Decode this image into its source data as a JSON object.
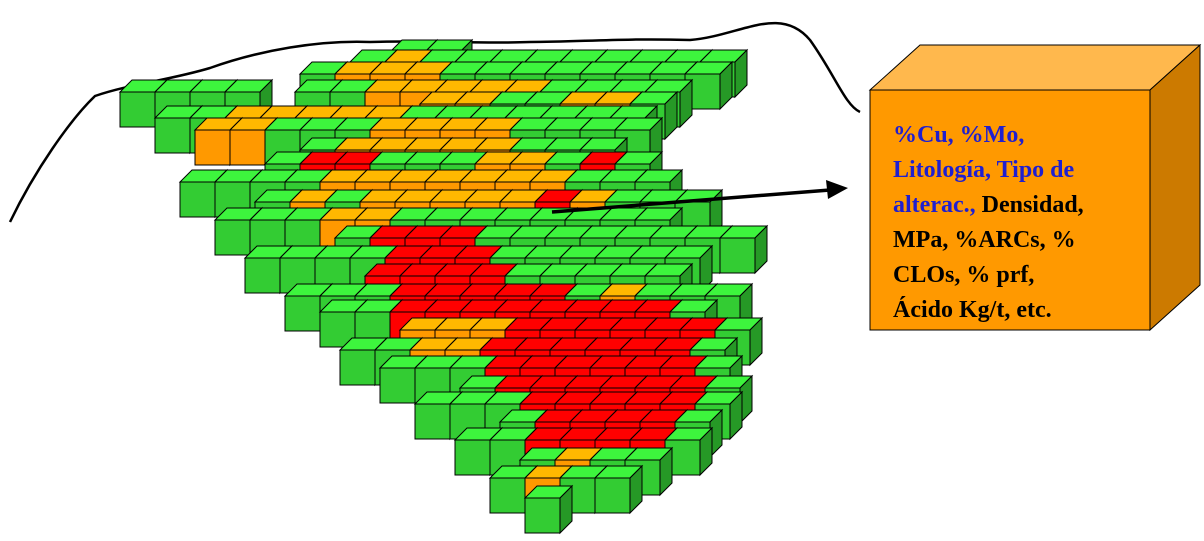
{
  "colors": {
    "green": "#33cc33",
    "orange": "#ff9900",
    "red": "#ff0000",
    "big_cube_front": "#ff9900",
    "blue_text": "#1f1fd0",
    "black_text": "#000000"
  },
  "block_model": {
    "description_icon": "ore-block-model-icon",
    "cube_colors_legend": [
      "green",
      "orange",
      "red"
    ]
  },
  "attribute_box": {
    "icon": "block-attribute-cube-icon",
    "lines": [
      [
        {
          "text": "%Cu, %Mo,",
          "color": "blue"
        }
      ],
      [
        {
          "text": "Litología, Tipo de",
          "color": "blue"
        }
      ],
      [
        {
          "text": "alterac.,",
          "color": "blue"
        },
        {
          "text": " Densidad,",
          "color": "black"
        }
      ],
      [
        {
          "text": "MPa, %ARCs, %",
          "color": "black"
        }
      ],
      [
        {
          "text": "CLOs, % prf,",
          "color": "black"
        }
      ],
      [
        {
          "text": "Ácido Kg/t, etc.",
          "color": "black"
        }
      ]
    ]
  }
}
